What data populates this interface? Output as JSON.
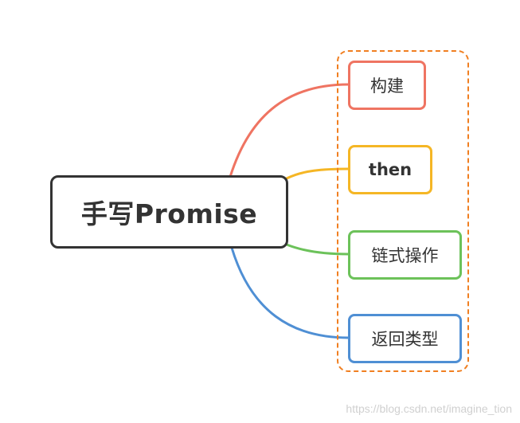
{
  "diagram": {
    "root": {
      "label": "手写Promise",
      "color": "#333333"
    },
    "group_border_color": "#f07f21",
    "children": [
      {
        "label": "构建",
        "color": "#ef7462",
        "bold": false
      },
      {
        "label": "then",
        "color": "#f5b625",
        "bold": true
      },
      {
        "label": "链式操作",
        "color": "#6cc25a",
        "bold": false
      },
      {
        "label": "返回类型",
        "color": "#4f8fd4",
        "bold": false
      }
    ]
  },
  "watermark": "https://blog.csdn.net/imagine_tion"
}
